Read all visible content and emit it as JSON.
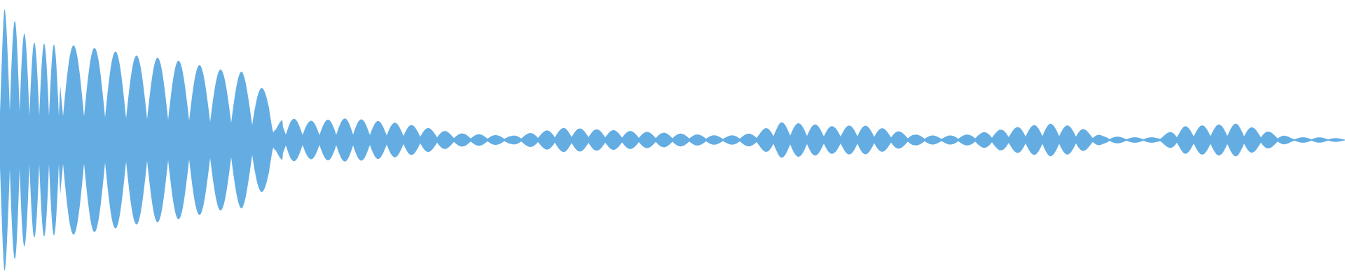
{
  "waveform": {
    "color": "#63ade3",
    "background": "#ffffff",
    "envelope": {
      "time": [
        0.0,
        0.003,
        0.006,
        0.012,
        0.022,
        0.04,
        0.06,
        0.08,
        0.1,
        0.12,
        0.14,
        0.16,
        0.18,
        0.2,
        0.205,
        0.215,
        0.23,
        0.26,
        0.3,
        0.34,
        0.38,
        0.42,
        0.46,
        0.5,
        0.54,
        0.56,
        0.58,
        0.6,
        0.62,
        0.64,
        0.66,
        0.68,
        0.7,
        0.72,
        0.74,
        0.76,
        0.78,
        0.8,
        0.82,
        0.84,
        0.86,
        0.88,
        0.9,
        0.92,
        0.94,
        0.96,
        0.98,
        1.0
      ],
      "amplitude": [
        0.8,
        0.98,
        0.85,
        0.88,
        0.72,
        0.7,
        0.69,
        0.66,
        0.62,
        0.6,
        0.57,
        0.52,
        0.5,
        0.34,
        0.14,
        0.16,
        0.14,
        0.16,
        0.12,
        0.05,
        0.03,
        0.09,
        0.07,
        0.05,
        0.03,
        0.05,
        0.13,
        0.12,
        0.1,
        0.11,
        0.08,
        0.04,
        0.03,
        0.04,
        0.07,
        0.1,
        0.12,
        0.1,
        0.03,
        0.02,
        0.02,
        0.1,
        0.11,
        0.12,
        0.07,
        0.02,
        0.02,
        0.01
      ]
    }
  }
}
